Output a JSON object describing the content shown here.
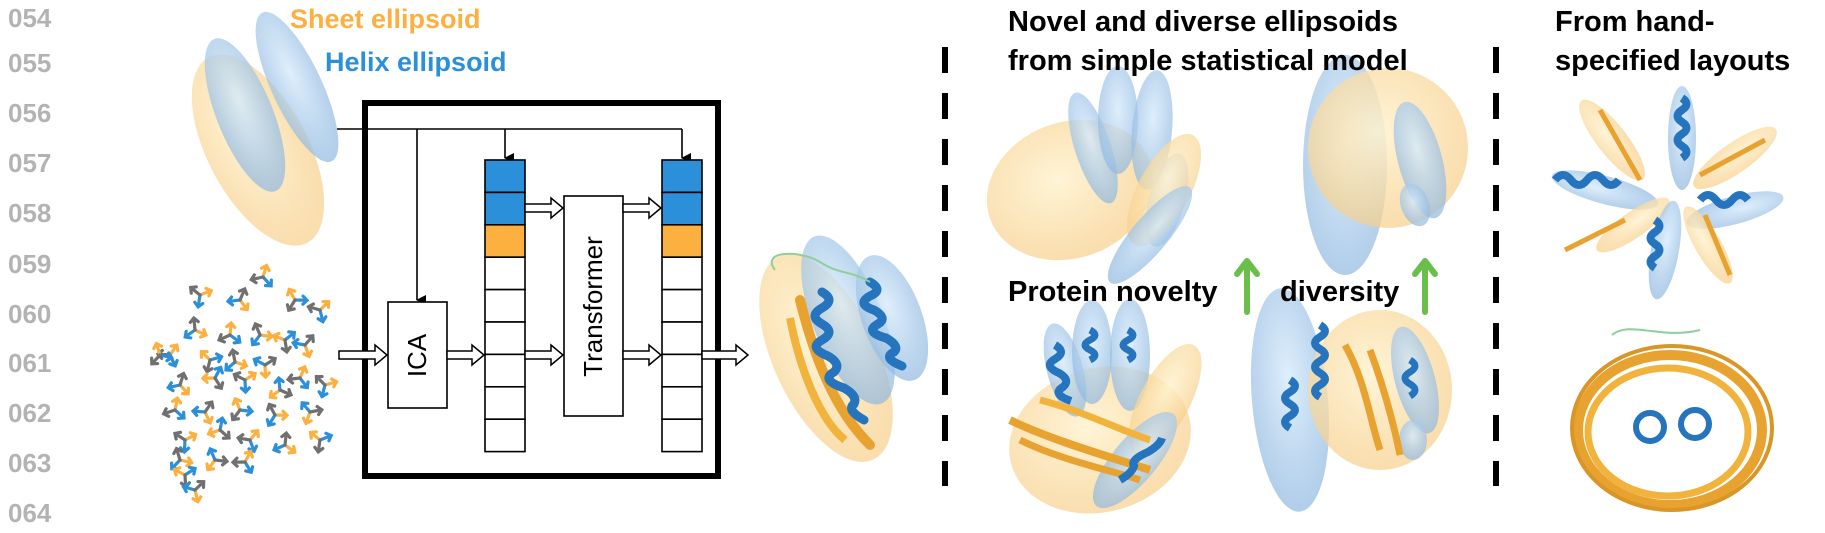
{
  "line_numbers": [
    "054",
    "055",
    "056",
    "057",
    "058",
    "059",
    "060",
    "061",
    "062",
    "063",
    "064"
  ],
  "legend": {
    "sheet_label": "Sheet ellipsoid",
    "helix_label": "Helix ellipsoid"
  },
  "pipeline": {
    "ica_label": "ICA",
    "transformer_label": "Transformer",
    "token_columns": [
      {
        "cells": [
          "helix",
          "helix",
          "sheet",
          "empty",
          "empty",
          "empty",
          "empty",
          "empty",
          "empty"
        ]
      },
      {
        "cells": [
          "helix",
          "helix",
          "sheet",
          "empty",
          "empty",
          "empty",
          "empty",
          "empty",
          "empty"
        ]
      }
    ]
  },
  "sections": {
    "novel": {
      "title_line1": "Novel and diverse ellipsoids",
      "title_line2": "from simple statistical model",
      "metric1_label": "Protein novelty",
      "metric2_label": "diversity",
      "metric_trend": "up"
    },
    "hand": {
      "title_line1": "From hand-",
      "title_line2": "specified layouts"
    }
  },
  "colors": {
    "helix": "#2b8fd9",
    "sheet": "#fbb040",
    "frame_gray": "#707070",
    "arrow_green": "#6abf4b",
    "line_num": "#b3b3b3"
  }
}
